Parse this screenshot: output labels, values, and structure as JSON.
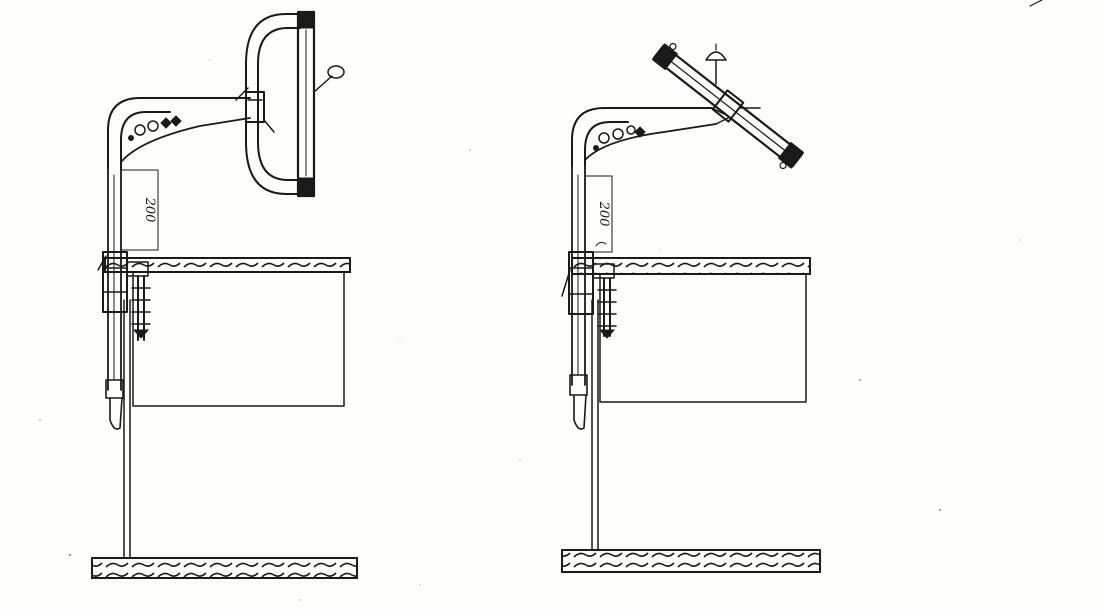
{
  "figures": [
    {
      "id": "left",
      "state": "mirror-vertical",
      "dimension_label": "200"
    },
    {
      "id": "right",
      "state": "mirror-tilted",
      "dimension_label": "200"
    }
  ],
  "colors": {
    "ink": "#1a1a1a",
    "paper": "#fdfdfc"
  }
}
